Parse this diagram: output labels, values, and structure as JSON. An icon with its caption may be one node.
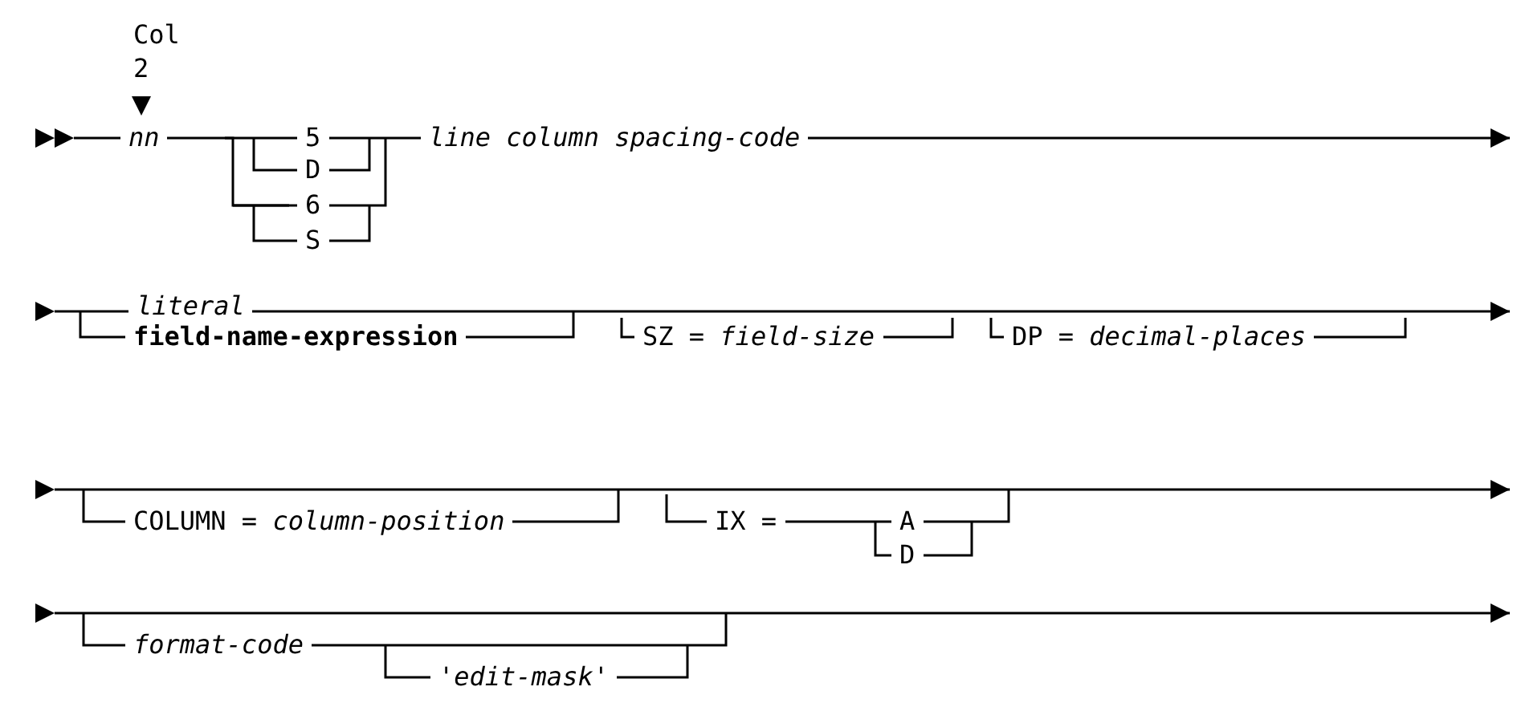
{
  "diagram": {
    "labels": [
      "Col",
      "2",
      "nn",
      "5",
      "line column spacing-code",
      "D",
      "6",
      "S",
      "literal",
      "field-name-expression",
      "SZ = *field-size*",
      "DP = *decimal-places*",
      "COLUMN = *column-position*",
      "IX =",
      "A",
      "D",
      "format-code",
      "'edit-mask'"
    ]
  }
}
